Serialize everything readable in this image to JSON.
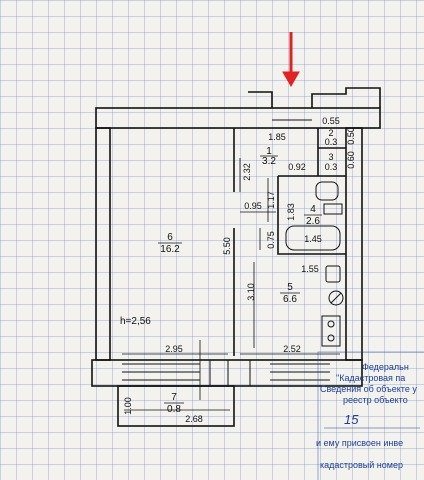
{
  "rooms": [
    {
      "number": "1",
      "area": "3.2"
    },
    {
      "number": "2",
      "area": "0.3"
    },
    {
      "number": "3",
      "area": "0.3"
    },
    {
      "number": "4",
      "area": "2.6"
    },
    {
      "number": "5",
      "area": "6.6"
    },
    {
      "number": "6",
      "area": "16.2"
    },
    {
      "number": "7",
      "area": "0.8"
    }
  ],
  "dimensions": {
    "d185": "1.85",
    "d055": "0.55",
    "d050": "0.50",
    "d060": "0.60",
    "d092": "0.92",
    "d232": "2.32",
    "d117": "1.17",
    "d095": "0.95",
    "d183": "1.83",
    "d075": "0.75",
    "d145": "1.45",
    "d550": "5.50",
    "d155": "1.55",
    "d310": "3.10",
    "d295": "2.95",
    "d252": "2.52",
    "d100": "1.00",
    "d268": "2.68"
  },
  "ceiling_height": "h=2,56",
  "stamp_lines": {
    "line1": "Федеральн",
    "line2": "\"Кадастровая па",
    "line3": "Сведения об объекте у",
    "line4": "реестр объекто",
    "number": "15",
    "line5": "и ему присвоен инве",
    "line6": "кадастровый номер"
  },
  "colors": {
    "ink": "#111111",
    "stamp": "#1d3f9a",
    "arrow": "#e02222",
    "grid": "#9fb3cf"
  }
}
